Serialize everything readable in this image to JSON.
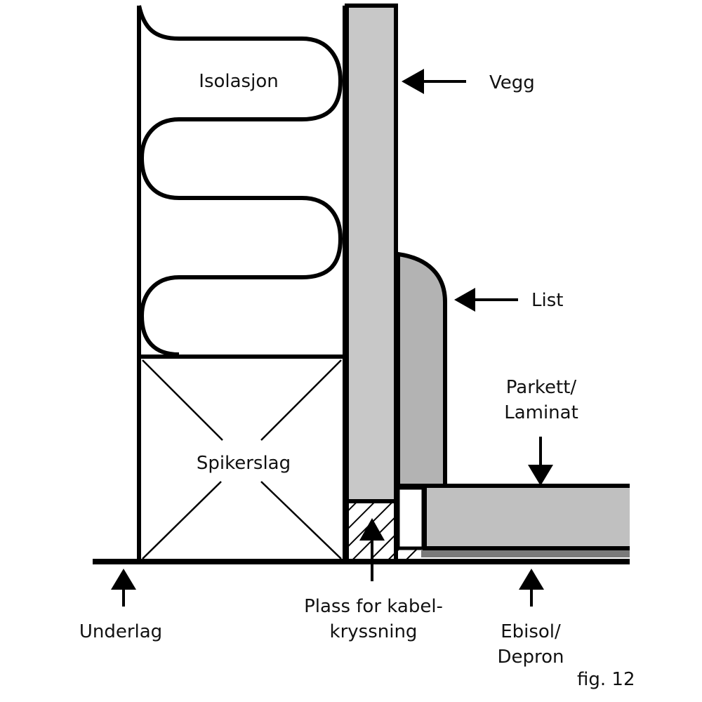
{
  "figure": {
    "caption": "fig. 12",
    "colors": {
      "outline": "#000000",
      "wall_fill": "#c8c8c8",
      "moulding_fill": "#b3b3b3",
      "floor_fill": "#c0c0c0",
      "foam_fill": "#7a7a7a",
      "background": "#ffffff"
    }
  },
  "labels": {
    "insulation": "Isolasjon",
    "wall": "Vegg",
    "moulding": "List",
    "flooring_line1": "Parkett/",
    "flooring_line2": "Laminat",
    "nailing_strip": "Spikerslag",
    "subfloor": "Underlag",
    "cable_space_line1": "Plass for kabel-",
    "cable_space_line2": "kryssning",
    "underlay_line1": "Ebisol/",
    "underlay_line2": "Depron"
  }
}
